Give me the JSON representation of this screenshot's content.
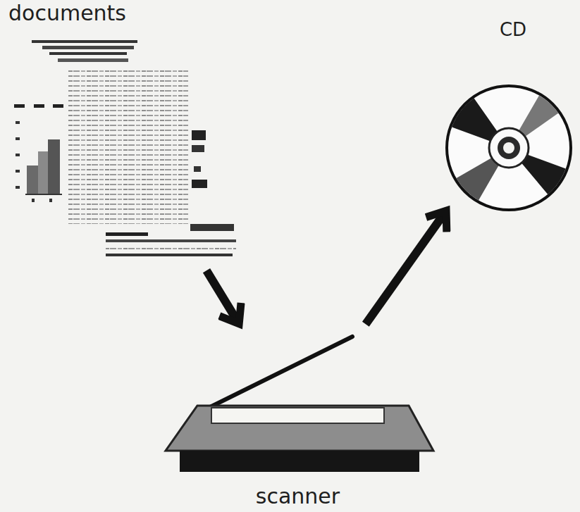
{
  "diagram": {
    "nodes": [
      {
        "text": [
          "documents"
        ]
      },
      {
        "text": [
          "CD"
        ]
      },
      {
        "text": [
          "scanner"
        ]
      }
    ],
    "edges": [
      {
        "from": 0,
        "to": 2,
        "arrow": "to"
      },
      {
        "from": 2,
        "to": 1,
        "arrow": "to"
      }
    ]
  }
}
